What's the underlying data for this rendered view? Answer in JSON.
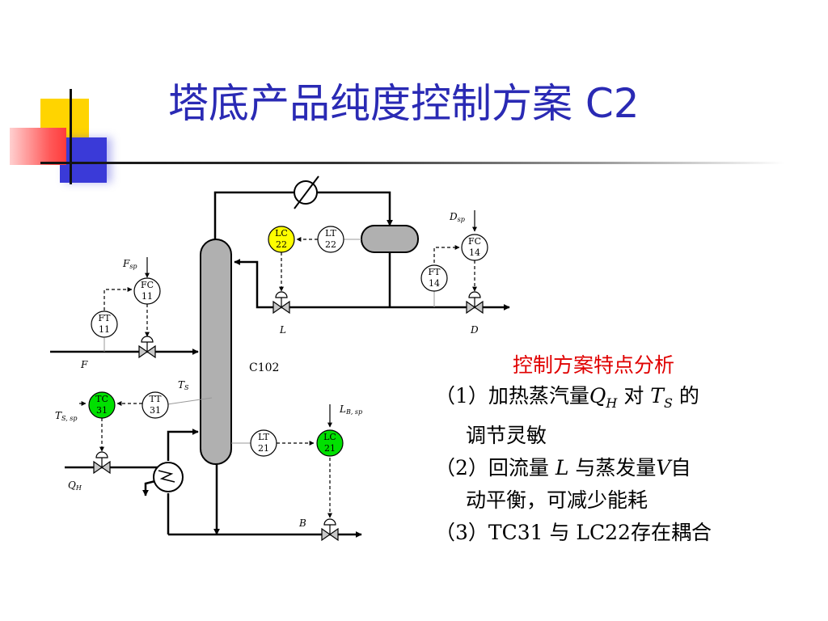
{
  "title": "塔底产品纯度控制方案 C2",
  "diagram": {
    "column": "C102",
    "instruments": {
      "lc22": [
        "LC",
        "22"
      ],
      "lt22": [
        "LT",
        "22"
      ],
      "fc14": [
        "FC",
        "14"
      ],
      "ft14": [
        "FT",
        "14"
      ],
      "fc11": [
        "FC",
        "11"
      ],
      "ft11": [
        "FT",
        "11"
      ],
      "tc31": [
        "TC",
        "31"
      ],
      "tt31": [
        "TT",
        "31"
      ],
      "lt21": [
        "LT",
        "21"
      ],
      "lc21": [
        "LC",
        "21"
      ]
    },
    "labels": {
      "d_sp": [
        "D",
        "sp"
      ],
      "f_sp": [
        "F",
        "sp"
      ],
      "l": "L",
      "d": "D",
      "f": "F",
      "ts": [
        "T",
        "S"
      ],
      "ts_sp": [
        "T",
        "S, sp"
      ],
      "lb_sp": [
        "L",
        "B, sp"
      ],
      "qh": [
        "Q",
        "H"
      ],
      "b": "B"
    },
    "colors": {
      "lc22_fill": "#ffff00",
      "tc31_fill": "#00e000",
      "lc21_fill": "#00e000",
      "vessel_fill": "#b0b0b0"
    }
  },
  "notes": {
    "heading": "控制方案特点分析",
    "items": [
      {
        "num": "（1）",
        "text1": "加热蒸汽量",
        "var1": "Q",
        "sub1": "H",
        "text2": " 对 ",
        "var2": "T",
        "sub2": "S",
        "text3": " 的",
        "cont": "调节灵敏"
      },
      {
        "num": "（2）",
        "text1": "回流量 ",
        "var1": "L",
        "text2": " 与蒸发量",
        "var2": "V",
        "text3": "自",
        "cont": "动平衡，可减少能耗"
      },
      {
        "num": "（3）",
        "text1": "TC31 与 LC22存在耦合"
      }
    ]
  }
}
